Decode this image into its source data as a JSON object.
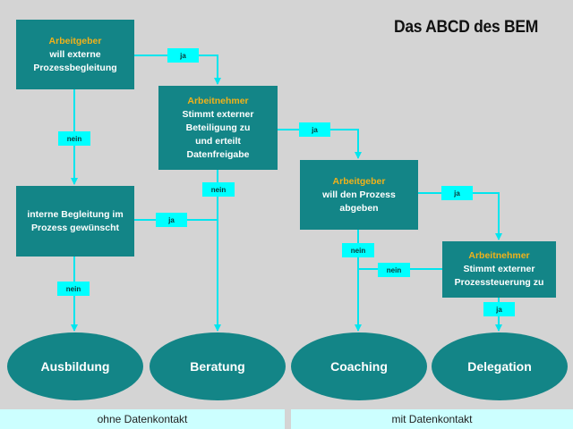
{
  "title": "Das ABCD des BEM",
  "boxes": {
    "b1": {
      "role": "Arbeitgeber",
      "text1": "will externe",
      "text2": "Prozessbegleitung"
    },
    "b2": {
      "role": "Arbeitnehmer",
      "text1": "Stimmt externer",
      "text2": "Beteiligung zu",
      "text3": "und erteilt",
      "text4": "Datenfreigabe"
    },
    "b3": {
      "text1": "interne Begleitung im",
      "text2": "Prozess gewünscht"
    },
    "b4": {
      "role": "Arbeitgeber",
      "text1": "will den Prozess",
      "text2": "abgeben"
    },
    "b5": {
      "role": "Arbeitnehmer",
      "text1": "Stimmt externer",
      "text2": "Prozessteuerung zu"
    }
  },
  "ovals": {
    "ausbildung": "Ausbildung",
    "beratung": "Beratung",
    "coaching": "Coaching",
    "delegation": "Delegation"
  },
  "tags": {
    "ja": "ja",
    "nein": "nein"
  },
  "footer": {
    "left": "ohne Datenkontakt",
    "right": "mit Datenkontakt"
  },
  "colors": {
    "box": "#138587",
    "role_text": "#f2b21a",
    "tag": "#00ffff",
    "line": "#00e5ee",
    "background": "#d4d4d4",
    "footer": "#ccffff"
  }
}
